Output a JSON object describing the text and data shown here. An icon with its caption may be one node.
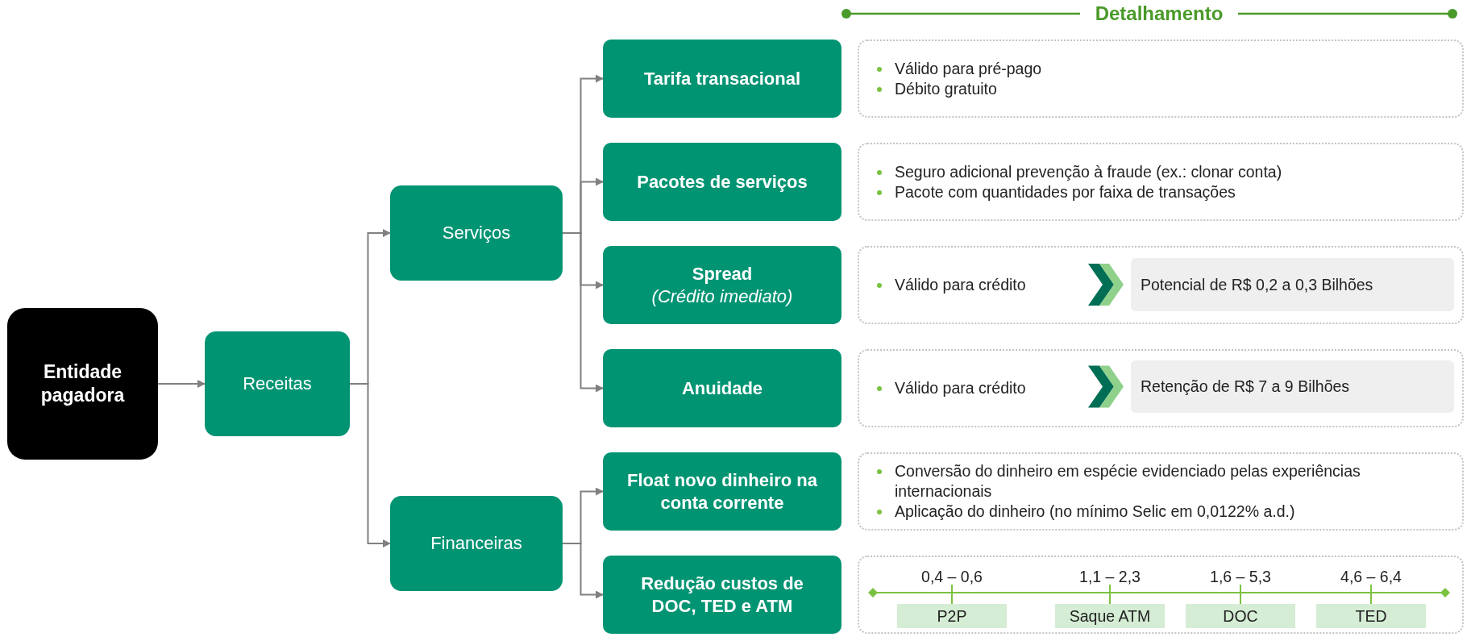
{
  "diagram": {
    "nodes": [
      {
        "text": [
          "Entidade pagadora"
        ]
      },
      {
        "text": [
          "Receitas"
        ]
      },
      {
        "text": [
          "Serviços"
        ]
      },
      {
        "text": [
          "Tarifa transacional"
        ]
      },
      {
        "text": [
          "Válido para pré-pago",
          "Débito gratuito"
        ]
      },
      {
        "text": [
          "Pacotes de serviços"
        ]
      },
      {
        "text": [
          "Seguro adicional prevenção à fraude (ex.: clonar conta)",
          "Pacote com quantidades por faixa de transações"
        ]
      },
      {
        "text": [
          "Spread",
          "(Crédito imediato)"
        ]
      },
      {
        "text": [
          "Válido para crédito"
        ]
      },
      {
        "text": [
          "Potencial de R$ 0,2 a 0,3 Bilhões"
        ],
        "in": 8
      },
      {
        "text": [
          "Anuidade"
        ]
      },
      {
        "text": [
          "Válido para crédito"
        ]
      },
      {
        "text": [
          "Retenção de R$ 7 a 9 Bilhões"
        ],
        "in": 11
      },
      {
        "text": [
          "Financeiras"
        ]
      },
      {
        "text": [
          "Float novo dinheiro na conta corrente"
        ]
      },
      {
        "text": [
          "Conversão do dinheiro em espécie evidenciado pelas experiências internacionais",
          "Aplicação do dinheiro (no mínimo Selic em 0,0122% a.d.)"
        ]
      },
      {
        "text": [
          "Redução custos de DOC, TED e ATM"
        ]
      },
      {
        "text": [],
        "shape": "box"
      },
      {
        "text": [
          "P2P"
        ],
        "in": 17,
        "beside": [
          "0,4 – 0,6"
        ]
      },
      {
        "text": [
          "Saque ATM"
        ],
        "in": 17,
        "beside": [
          "1,1 – 2,3"
        ]
      },
      {
        "text": [
          "DOC"
        ],
        "in": 17,
        "beside": [
          "1,6 – 5,3"
        ]
      },
      {
        "text": [
          "TED"
        ],
        "in": 17,
        "beside": [
          "4,6 – 6,4"
        ]
      }
    ],
    "edges": [
      {
        "from": 0,
        "to": 1,
        "arrow": "to"
      },
      {
        "from": 1,
        "to": 2,
        "arrow": "to"
      },
      {
        "from": 1,
        "to": 13,
        "arrow": "to"
      },
      {
        "from": 2,
        "to": 3,
        "arrow": "to"
      },
      {
        "from": 2,
        "to": 5,
        "arrow": "to"
      },
      {
        "from": 2,
        "to": 7,
        "arrow": "to"
      },
      {
        "from": 2,
        "to": 10,
        "arrow": "to"
      },
      {
        "from": 13,
        "to": 14,
        "arrow": "to"
      },
      {
        "from": 13,
        "to": 16,
        "arrow": "to"
      }
    ],
    "labels": [
      "Detalhamento"
    ]
  }
}
